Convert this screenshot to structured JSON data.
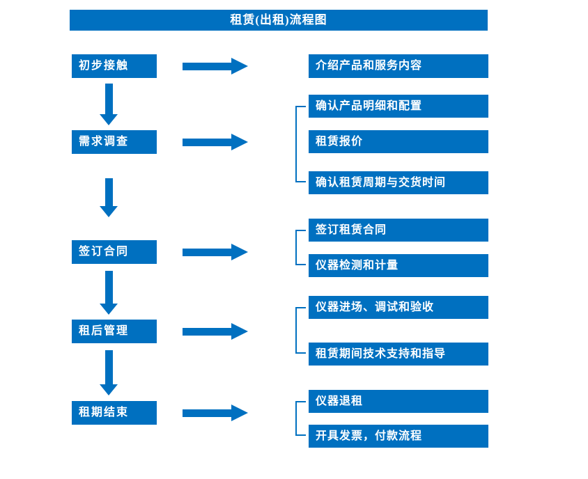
{
  "title": "租赁(出租)流程图",
  "colors": {
    "primary": "#0070C0",
    "text_on_primary": "#FFFFFF",
    "background": "#FFFFFF"
  },
  "stages": [
    {
      "label": "初步接触",
      "details": [
        "介绍产品和服务内容"
      ]
    },
    {
      "label": "需求调查",
      "details": [
        "确认产品明细和配置",
        "租赁报价",
        "确认租赁周期与交货时间"
      ]
    },
    {
      "label": "签订合同",
      "details": [
        "签订租赁合同",
        "仪器检测和计量"
      ]
    },
    {
      "label": "租后管理",
      "details": [
        "仪器进场、调试和验收",
        "租赁期间技术支持和指导"
      ]
    },
    {
      "label": "租期结束",
      "details": [
        "仪器退租",
        "开具发票，付款流程"
      ]
    }
  ]
}
